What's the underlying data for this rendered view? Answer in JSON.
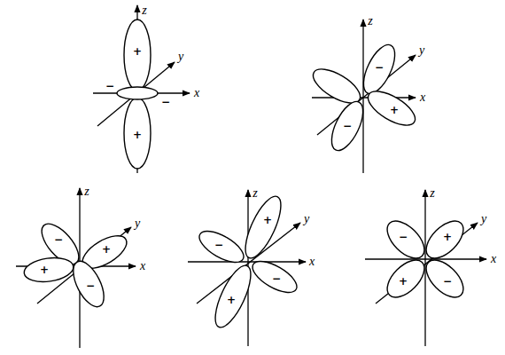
{
  "diagram": {
    "labels": [
      "z",
      "y",
      "x",
      "+",
      "−",
      "−",
      "+",
      "z",
      "y",
      "x",
      "−",
      "+",
      "−",
      "z",
      "y",
      "x",
      "−",
      "+",
      "+",
      "−",
      "z",
      "y",
      "x",
      "+",
      "−",
      "−",
      "+",
      "z",
      "y",
      "x",
      "−",
      "+",
      "+",
      "−"
    ]
  }
}
